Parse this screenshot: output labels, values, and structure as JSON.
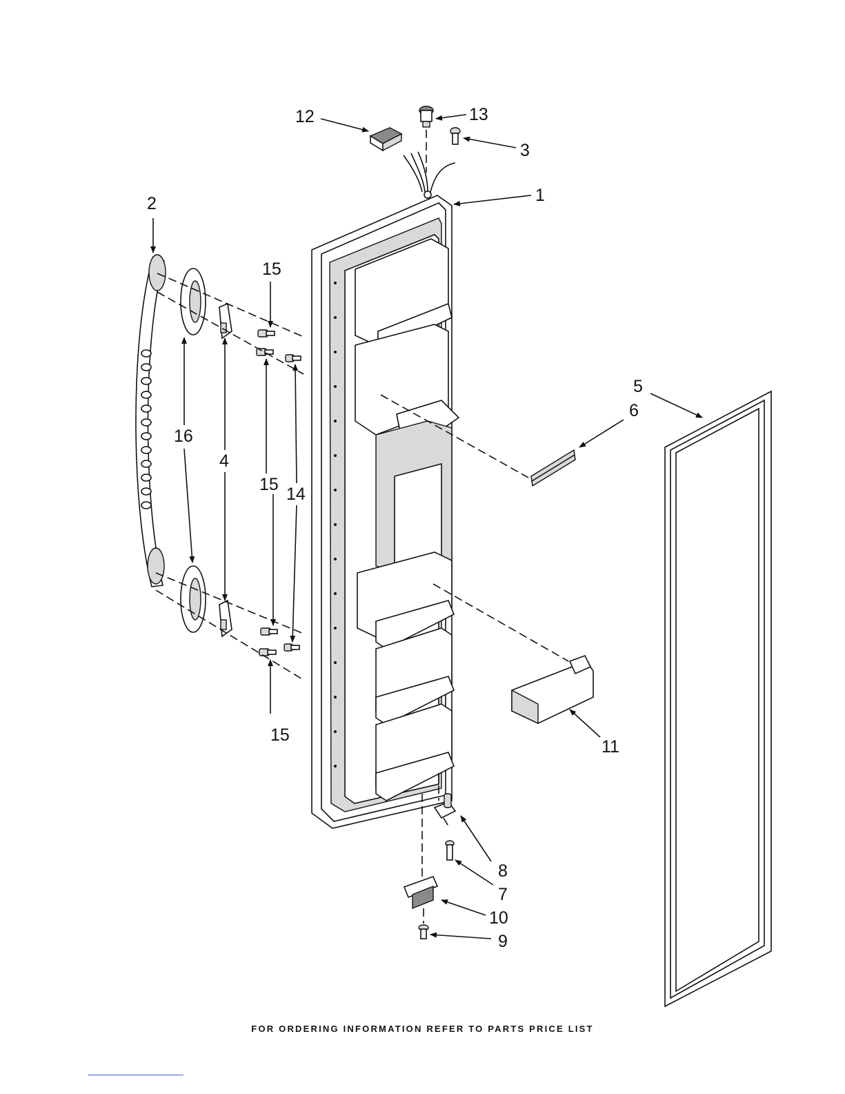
{
  "callouts": [
    {
      "id": "1",
      "label": "1"
    },
    {
      "id": "2",
      "label": "2"
    },
    {
      "id": "3",
      "label": "3"
    },
    {
      "id": "4",
      "label": "4"
    },
    {
      "id": "5",
      "label": "5"
    },
    {
      "id": "6",
      "label": "6"
    },
    {
      "id": "7",
      "label": "7"
    },
    {
      "id": "8",
      "label": "8"
    },
    {
      "id": "9",
      "label": "9"
    },
    {
      "id": "10",
      "label": "10"
    },
    {
      "id": "11",
      "label": "11"
    },
    {
      "id": "12",
      "label": "12"
    },
    {
      "id": "13",
      "label": "13"
    },
    {
      "id": "14",
      "label": "14"
    },
    {
      "id": "15",
      "label": "15"
    },
    {
      "id": "16",
      "label": "16"
    }
  ],
  "footer": "FOR ORDERING INFORMATION REFER TO PARTS PRICE LIST"
}
